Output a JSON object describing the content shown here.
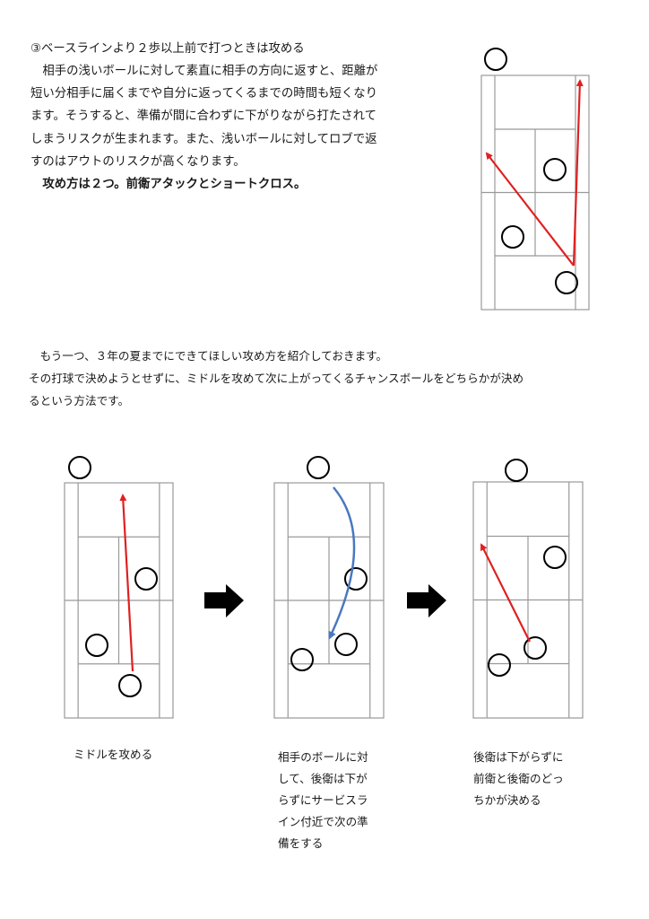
{
  "section1": {
    "heading": "③ベースラインより２歩以上前で打つときは攻める",
    "body_lines": [
      "　相手の浅いボールに対して素直に相手の方向に返すと、距離が",
      "短い分相手に届くまでや自分に返ってくるまでの時間も短くなり",
      "ます。そうすると、準備が間に合わずに下がりながら打たされて",
      "しまうリスクが生まれます。また、浅いボールに対してロブで返",
      "すのはアウトのリスクが高くなります。"
    ],
    "emphasis": "　攻め方は２つ。前衛アタックとショートクロス。"
  },
  "section2": {
    "lines": [
      "　もう一つ、３年の夏までにできてほしい攻め方を紹介しておきます。",
      "その打球で決めようとせずに、ミドルを攻めて次に上がってくるチャンスボールをどちらかが決め",
      "るという方法です。"
    ]
  },
  "captions": [
    {
      "lines": [
        "ミドルを攻める"
      ]
    },
    {
      "lines": [
        "相手のボールに対",
        "して、後衛は下が",
        "らずにサービスラ",
        "イン付近で次の準",
        "備をする"
      ]
    },
    {
      "lines": [
        "後衛は下がらずに",
        "前衛と後衛のどっ",
        "ちかが決める"
      ]
    }
  ],
  "colors": {
    "shot_arrow": "#e02020",
    "curve_arrow": "#4a78c0",
    "court_line": "#999999",
    "step_arrow": "#000000"
  }
}
